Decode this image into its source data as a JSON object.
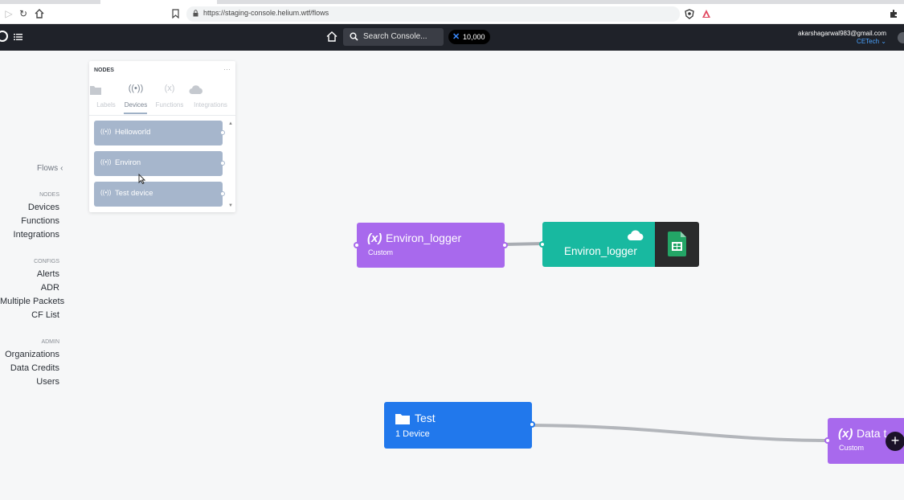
{
  "browser": {
    "url": "https://staging-console.helium.wtf/flows"
  },
  "header": {
    "search_placeholder": "Search Console...",
    "credits": "10,000",
    "user_email": "akarshagarwal983@gmail.com",
    "org_name": "CETech"
  },
  "sidebar": {
    "flows_label": "Flows",
    "groups": [
      {
        "heading": "NODES",
        "items": [
          "Devices",
          "Functions",
          "Integrations"
        ]
      },
      {
        "heading": "CONFIGS",
        "items": [
          "Alerts",
          "ADR",
          "Multiple Packets",
          "CF List"
        ]
      },
      {
        "heading": "ADMIN",
        "items": [
          "Organizations",
          "Data Credits",
          "Users"
        ]
      }
    ]
  },
  "nodes_panel": {
    "title": "NODES",
    "more": "···",
    "tabs": [
      {
        "label": "Labels",
        "icon": "folder-icon"
      },
      {
        "label": "Devices",
        "icon": "antenna-icon",
        "active": true
      },
      {
        "label": "Functions",
        "icon": "function-icon"
      },
      {
        "label": "Integrations",
        "icon": "cloud-icon"
      }
    ],
    "devices": [
      "Helloworld",
      "Environ",
      "Test device"
    ]
  },
  "canvas": {
    "function_node_1": {
      "symbol": "(x)",
      "name": "Environ_logger",
      "type": "Custom"
    },
    "integration_node": {
      "name": "Environ_logger",
      "icon": "google-sheets-icon"
    },
    "label_node": {
      "name": "Test",
      "devices": "1 Device"
    },
    "function_node_2": {
      "symbol": "(x)",
      "name": "Data t",
      "type": "Custom"
    },
    "colors": {
      "function": "#a869ed",
      "integration": "#18b9a0",
      "label": "#2178ec",
      "device": "#a6b6cc"
    }
  }
}
